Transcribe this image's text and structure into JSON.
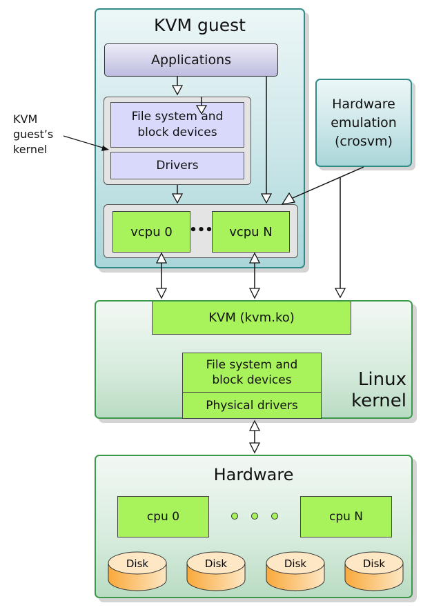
{
  "diagram": {
    "kvm_guest": {
      "title": "KVM guest",
      "applications": "Applications",
      "guest_kernel": {
        "file_system": "File system and block devices",
        "file_system_lines": [
          "File system and",
          "block devices"
        ],
        "drivers": "Drivers"
      },
      "vcpus": {
        "first": "vcpu 0",
        "last": "vcpu N",
        "ellipsis": "•••"
      }
    },
    "callout": {
      "label_lines": [
        "KVM",
        "guest’s",
        "kernel"
      ]
    },
    "hardware_emulation": {
      "label_lines": [
        "Hardware",
        "emulation",
        "(crosvm)"
      ]
    },
    "linux_kernel": {
      "label_lines": [
        "Linux",
        "kernel"
      ],
      "kvm_module": "KVM (kvm.ko)",
      "file_system_lines": [
        "File system and",
        "block devices"
      ],
      "physical_drivers": "Physical drivers"
    },
    "hardware": {
      "title": "Hardware",
      "cpus": {
        "first": "cpu 0",
        "last": "cpu N"
      },
      "disks": [
        "Disk",
        "Disk",
        "Disk",
        "Disk"
      ]
    },
    "colors": {
      "guest_border": "#2f8a88",
      "kernel_border": "#3a9a4a",
      "green_block": "#a8f25b",
      "guest_kernel_block": "#d8d9fb",
      "disk_top": "#fde7c4",
      "disk_side": "#f9a93b"
    }
  }
}
